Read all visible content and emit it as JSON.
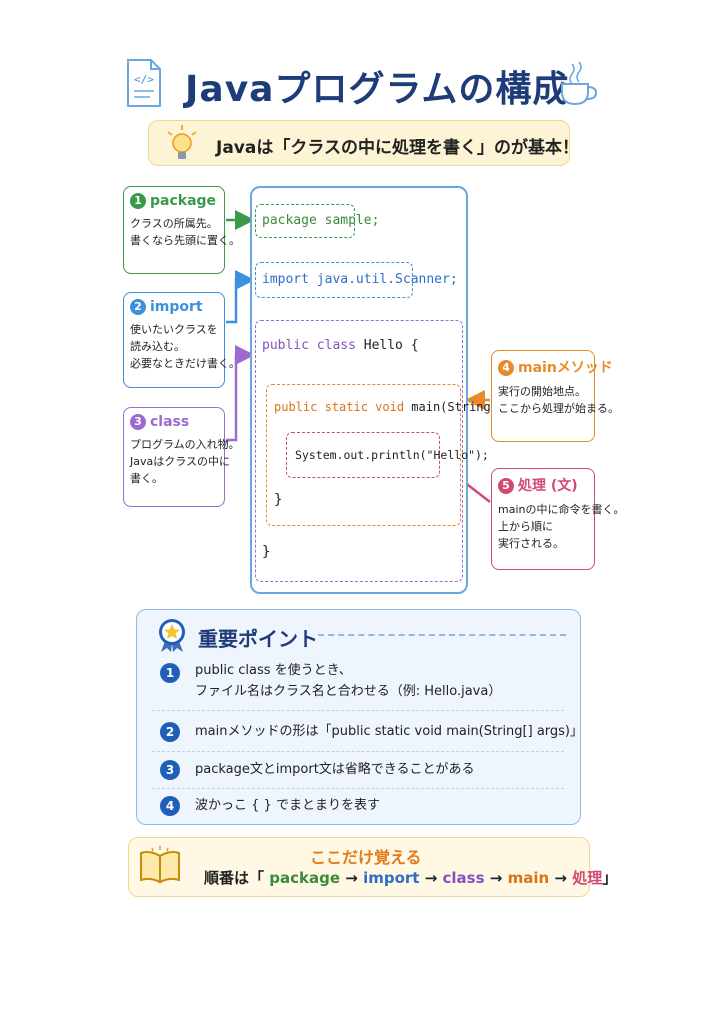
{
  "title": "Javaプログラムの構成",
  "tip": "Javaは「クラスの中に処理を書く」のが基本！",
  "code": {
    "package_line": "package sample;",
    "import_line": "import java.util.Scanner;",
    "class_kw": "public class",
    "class_rest": " Hello {",
    "main_kw": "public static void",
    "main_rest": " main(String[] args) {",
    "statement": "System.out.println(\"Hello\");",
    "close_main": "}",
    "close_class": "}"
  },
  "callouts": [
    {
      "num": "1",
      "title": "package",
      "lines": [
        "クラスの所属先。",
        "書くなら先頭に置く。"
      ],
      "color": "#3a9a4a"
    },
    {
      "num": "2",
      "title": "import",
      "lines": [
        "使いたいクラスを",
        "読み込む。",
        "必要なときだけ書く。"
      ],
      "color": "#3d8fe0"
    },
    {
      "num": "3",
      "title": "class",
      "lines": [
        "プログラムの入れ物。",
        "Javaはクラスの中に",
        "書く。"
      ],
      "color": "#9b6bd0"
    },
    {
      "num": "4",
      "title": "mainメソッド",
      "lines": [
        "実行の開始地点。",
        "ここから処理が始まる。"
      ],
      "color": "#e88a2a"
    },
    {
      "num": "5",
      "title": "処理 (文)",
      "lines": [
        "mainの中に命令を書く。",
        "上から順に",
        "実行される。"
      ],
      "color": "#d04a72"
    }
  ],
  "points": {
    "title": "重要ポイント",
    "items": [
      {
        "num": "1",
        "lines": [
          "public class を使うとき、",
          "ファイル名はクラス名と合わせる（例: Hello.java）"
        ]
      },
      {
        "num": "2",
        "lines": [
          "mainメソッドの形は「public static void main(String[] args)」"
        ]
      },
      {
        "num": "3",
        "lines": [
          "package文とimport文は省略できることがある"
        ]
      },
      {
        "num": "4",
        "lines": [
          "波かっこ { } でまとまりを表す"
        ]
      }
    ]
  },
  "memo": {
    "title": "ここだけ覚える",
    "prefix": "順番は「",
    "sequence": [
      "package",
      "import",
      "class",
      "main",
      "処理"
    ],
    "arrow": "→",
    "suffix": "」"
  },
  "colors": {
    "navy": "#1f3c7a",
    "green": "#3a9a4a",
    "blue": "#3d8fe0",
    "purple": "#9b6bd0",
    "orange": "#e88a2a",
    "pink": "#d04a72"
  },
  "icons": [
    "code-file-icon",
    "coffee-cup-icon",
    "light-bulb-icon",
    "star-badge-icon",
    "open-book-icon"
  ]
}
